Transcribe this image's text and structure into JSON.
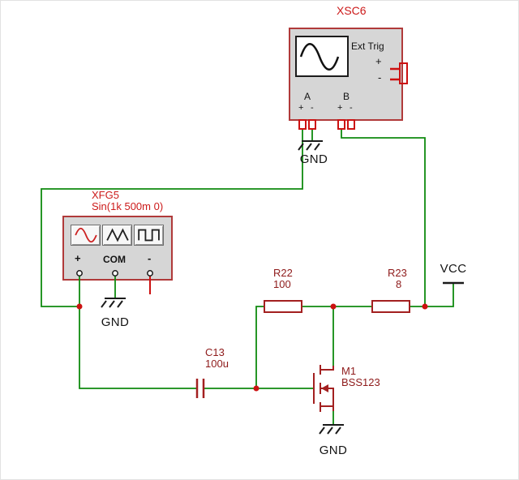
{
  "colors": {
    "wire": "#0f8a0f",
    "component": "#a32020",
    "pin": "#cc1111",
    "junction": "#cc1111",
    "ground": "#1a1a1a",
    "instrument_fill": "#d6d6d6",
    "instrument_border": "#b03a3a",
    "designator_red": "#cc1a1a",
    "value_maroon": "#8e1a1a",
    "text_black": "#141414"
  },
  "oscilloscope": {
    "id": "XSC6",
    "ext_trig": "Ext Trig",
    "channel_a": "A",
    "channel_b": "B",
    "plus": "+",
    "minus": "-"
  },
  "function_generator": {
    "id": "XFG5",
    "setting": "Sin(1k 500m 0)",
    "plus": "+",
    "com": "COM",
    "minus": "-"
  },
  "components": {
    "r22": {
      "ref": "R22",
      "value": "100"
    },
    "r23": {
      "ref": "R23",
      "value": "8"
    },
    "c13": {
      "ref": "C13",
      "value": "100u"
    },
    "m1": {
      "ref": "M1",
      "value": "BSS123"
    }
  },
  "power": {
    "vcc": "VCC",
    "gnd": "GND"
  },
  "icons": {
    "scope_display": "sine-wave-icon",
    "fg_buttons": [
      "sine-wave-icon",
      "triangle-wave-icon",
      "square-wave-icon"
    ],
    "ext_trig_connector": "connector-icon"
  }
}
